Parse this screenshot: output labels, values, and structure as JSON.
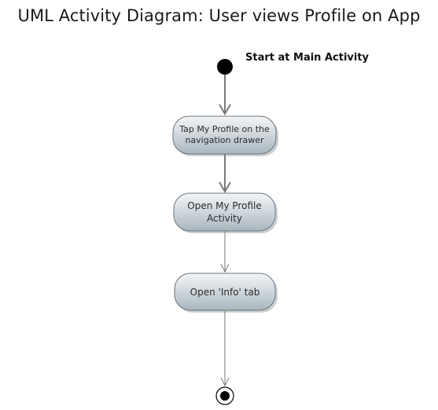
{
  "diagram": {
    "title": "UML Activity Diagram: User views Profile on App",
    "start_note": "Start at Main Activity",
    "activities": [
      {
        "lines": [
          "Tap My Profile on the",
          "navigation drawer"
        ]
      },
      {
        "lines": [
          "Open My Profile",
          "Activity"
        ]
      },
      {
        "lines": [
          "Open 'Info' tab"
        ]
      }
    ],
    "colors": {
      "node_fill_top": "#f4f6f8",
      "node_fill_bottom": "#a9b6bf",
      "node_border": "#6d7479",
      "arrow": "#7a7a7a",
      "start": "#000000"
    }
  }
}
